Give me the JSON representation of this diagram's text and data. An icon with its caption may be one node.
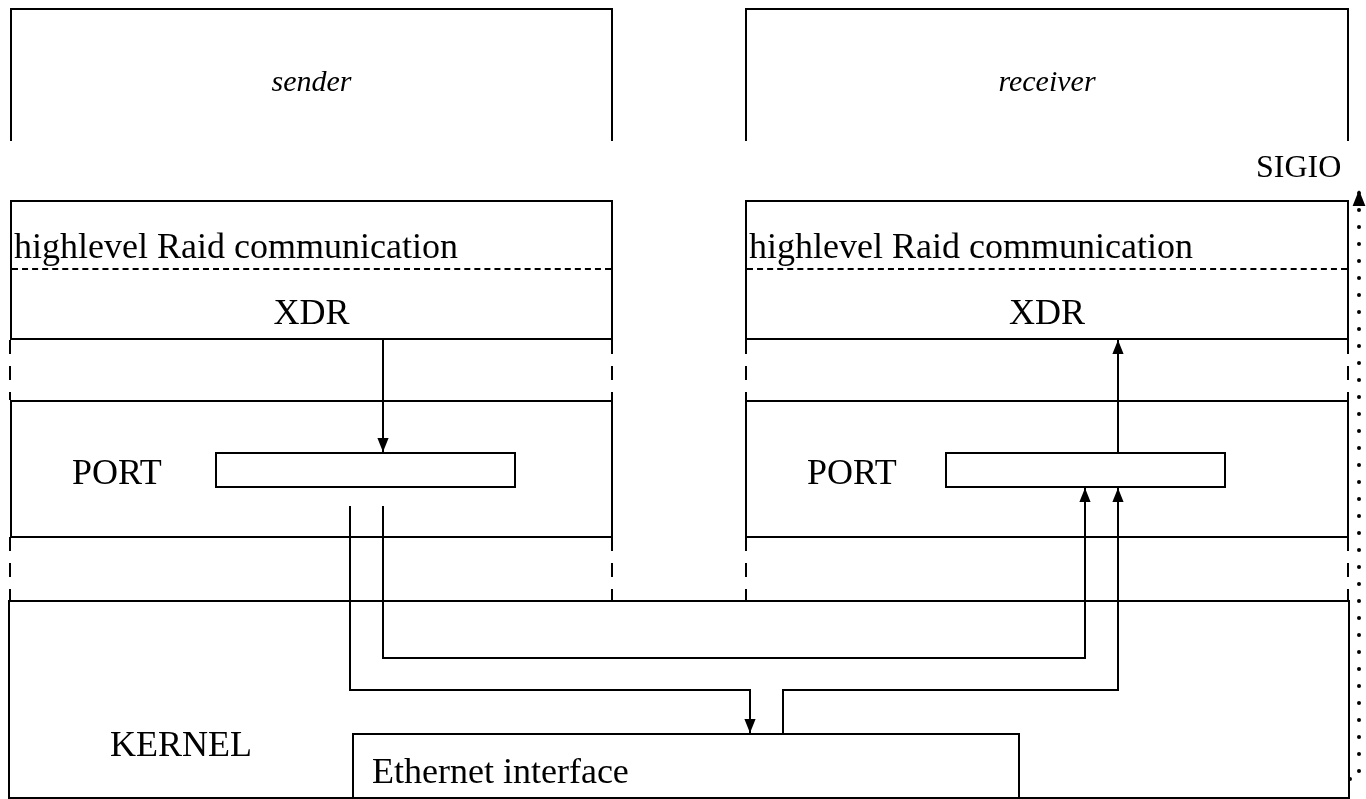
{
  "diagram": {
    "nodes": [
      {
        "text": [
          "sender"
        ]
      },
      {
        "text": [
          "receiver"
        ]
      },
      {
        "text": [
          "SIGIO"
        ]
      },
      {
        "text": [
          "highlevel Raid communication",
          "XDR"
        ]
      },
      {
        "text": [
          "PORT"
        ]
      },
      {
        "text": [],
        "shape": "box",
        "in": 4
      },
      {
        "text": [
          "highlevel Raid communication",
          "XDR"
        ]
      },
      {
        "text": [
          "PORT"
        ]
      },
      {
        "text": [],
        "shape": "box",
        "in": 7
      },
      {
        "text": [
          "KERNEL"
        ]
      },
      {
        "text": [
          "Ethernet interface"
        ],
        "in": 9
      }
    ],
    "edges": [
      {
        "from": 3,
        "to": 5,
        "arrow": "to"
      },
      {
        "from": 5,
        "to": 8,
        "arrow": "to"
      },
      {
        "from": 5,
        "to": 10,
        "arrow": "to"
      },
      {
        "from": 10,
        "to": 8,
        "arrow": "to"
      },
      {
        "from": 8,
        "to": 6,
        "arrow": "to"
      },
      {
        "from": 9,
        "to": 2,
        "arrow": "to",
        "style": "dashed"
      }
    ]
  }
}
